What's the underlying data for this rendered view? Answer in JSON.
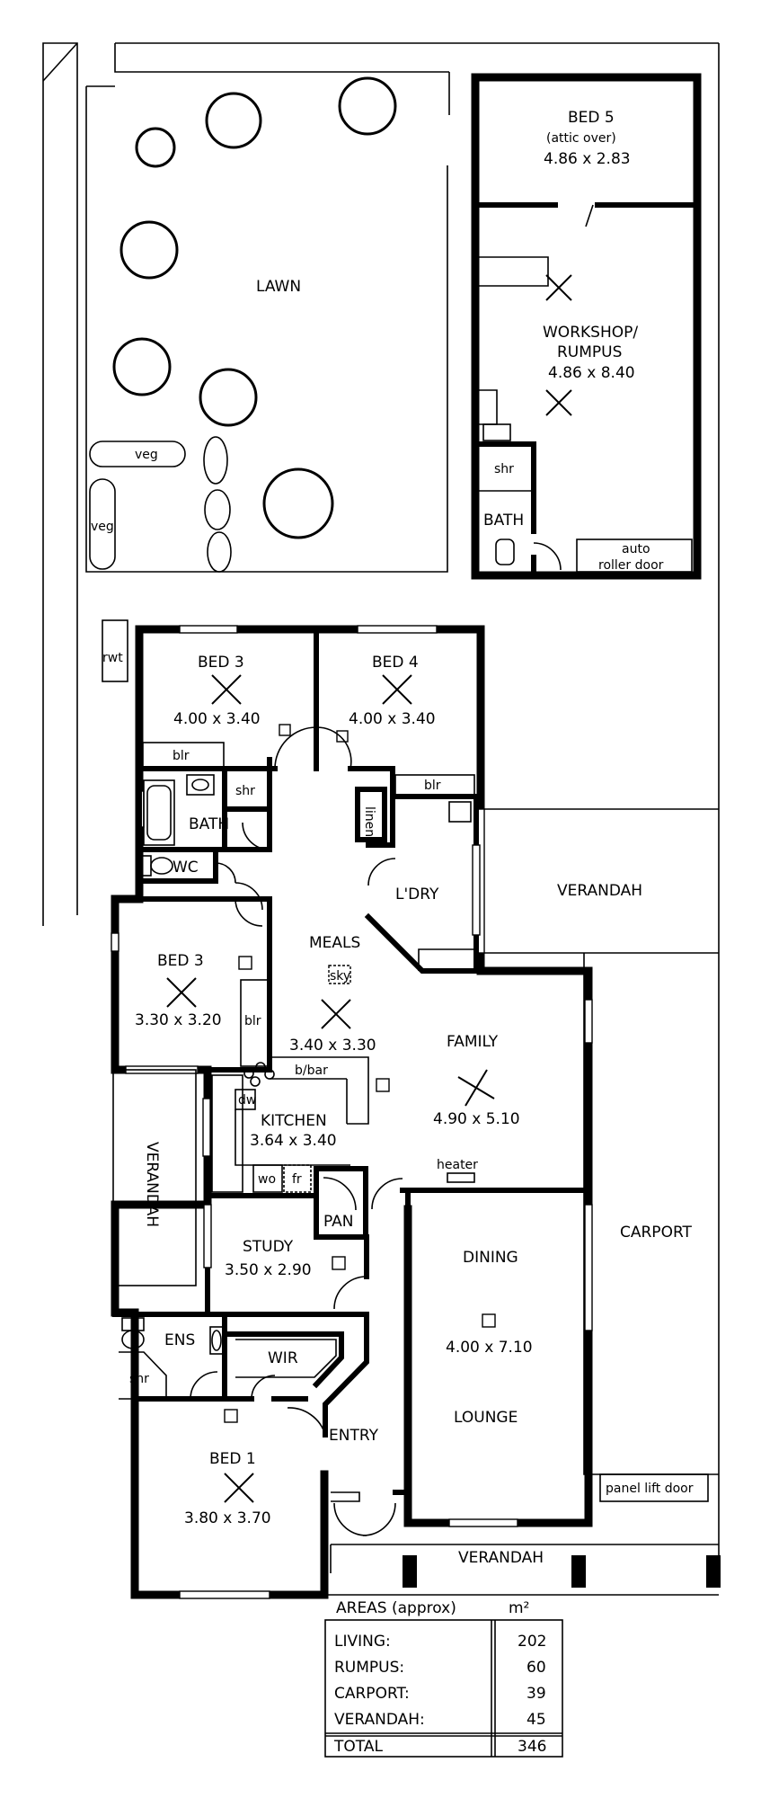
{
  "rooms": {
    "bed5": {
      "name": "BED 5",
      "note": "(attic over)",
      "size": "4.86 x 2.83"
    },
    "workshop": {
      "line1": "WORKSHOP/",
      "line2": "RUMPUS",
      "size": "4.86 x 8.40"
    },
    "outbuilding": {
      "shr": "shr",
      "bath": "BATH",
      "roller_line1": "auto",
      "roller_line2": "roller door"
    },
    "lawn": "LAWN",
    "veg1": "veg",
    "veg2": "veg",
    "rwt": "rwt",
    "bed3a": {
      "name": "BED 3",
      "size": "4.00 x 3.40"
    },
    "bed4": {
      "name": "BED 4",
      "size": "4.00 x 3.40"
    },
    "blr_a": "blr",
    "blr_b": "blr",
    "blr_c": "blr",
    "shr": "shr",
    "bath": "BATH",
    "wc": "WC",
    "linen": "linen",
    "ldry": "L'DRY",
    "verandah_east": "VERANDAH",
    "bed3b": {
      "name": "BED 3",
      "size": "3.30 x 3.20"
    },
    "meals": {
      "name": "MEALS",
      "sky": "sky",
      "size": "3.40 x 3.30"
    },
    "family": {
      "name": "FAMILY",
      "size": "4.90 x 5.10"
    },
    "kitchen": {
      "name": "KITCHEN",
      "size": "3.64 x 3.40",
      "bbar": "b/bar",
      "dw": "dw",
      "wo": "wo",
      "fr": "fr"
    },
    "pan": "PAN",
    "heater": "heater",
    "verandah_west": "VERANDAH",
    "study": {
      "name": "STUDY",
      "size": "3.50 x 2.90"
    },
    "dining": {
      "name": "DINING",
      "size": "4.00 x 7.10",
      "lounge": "LOUNGE"
    },
    "carport": "CARPORT",
    "ens": "ENS",
    "ens_shr": "shr",
    "wir": "WIR",
    "entry": "ENTRY",
    "bed1": {
      "name": "BED 1",
      "size": "3.80 x 3.70"
    },
    "panel_door": "panel lift door",
    "verandah_front": "VERANDAH"
  },
  "areas": {
    "title": "AREAS (approx)",
    "unit": "m²",
    "rows": [
      {
        "label": "LIVING:",
        "value": "202"
      },
      {
        "label": "RUMPUS:",
        "value": "60"
      },
      {
        "label": "CARPORT:",
        "value": "39"
      },
      {
        "label": "VERANDAH:",
        "value": "45"
      }
    ],
    "total_label": "TOTAL",
    "total_value": "346"
  }
}
